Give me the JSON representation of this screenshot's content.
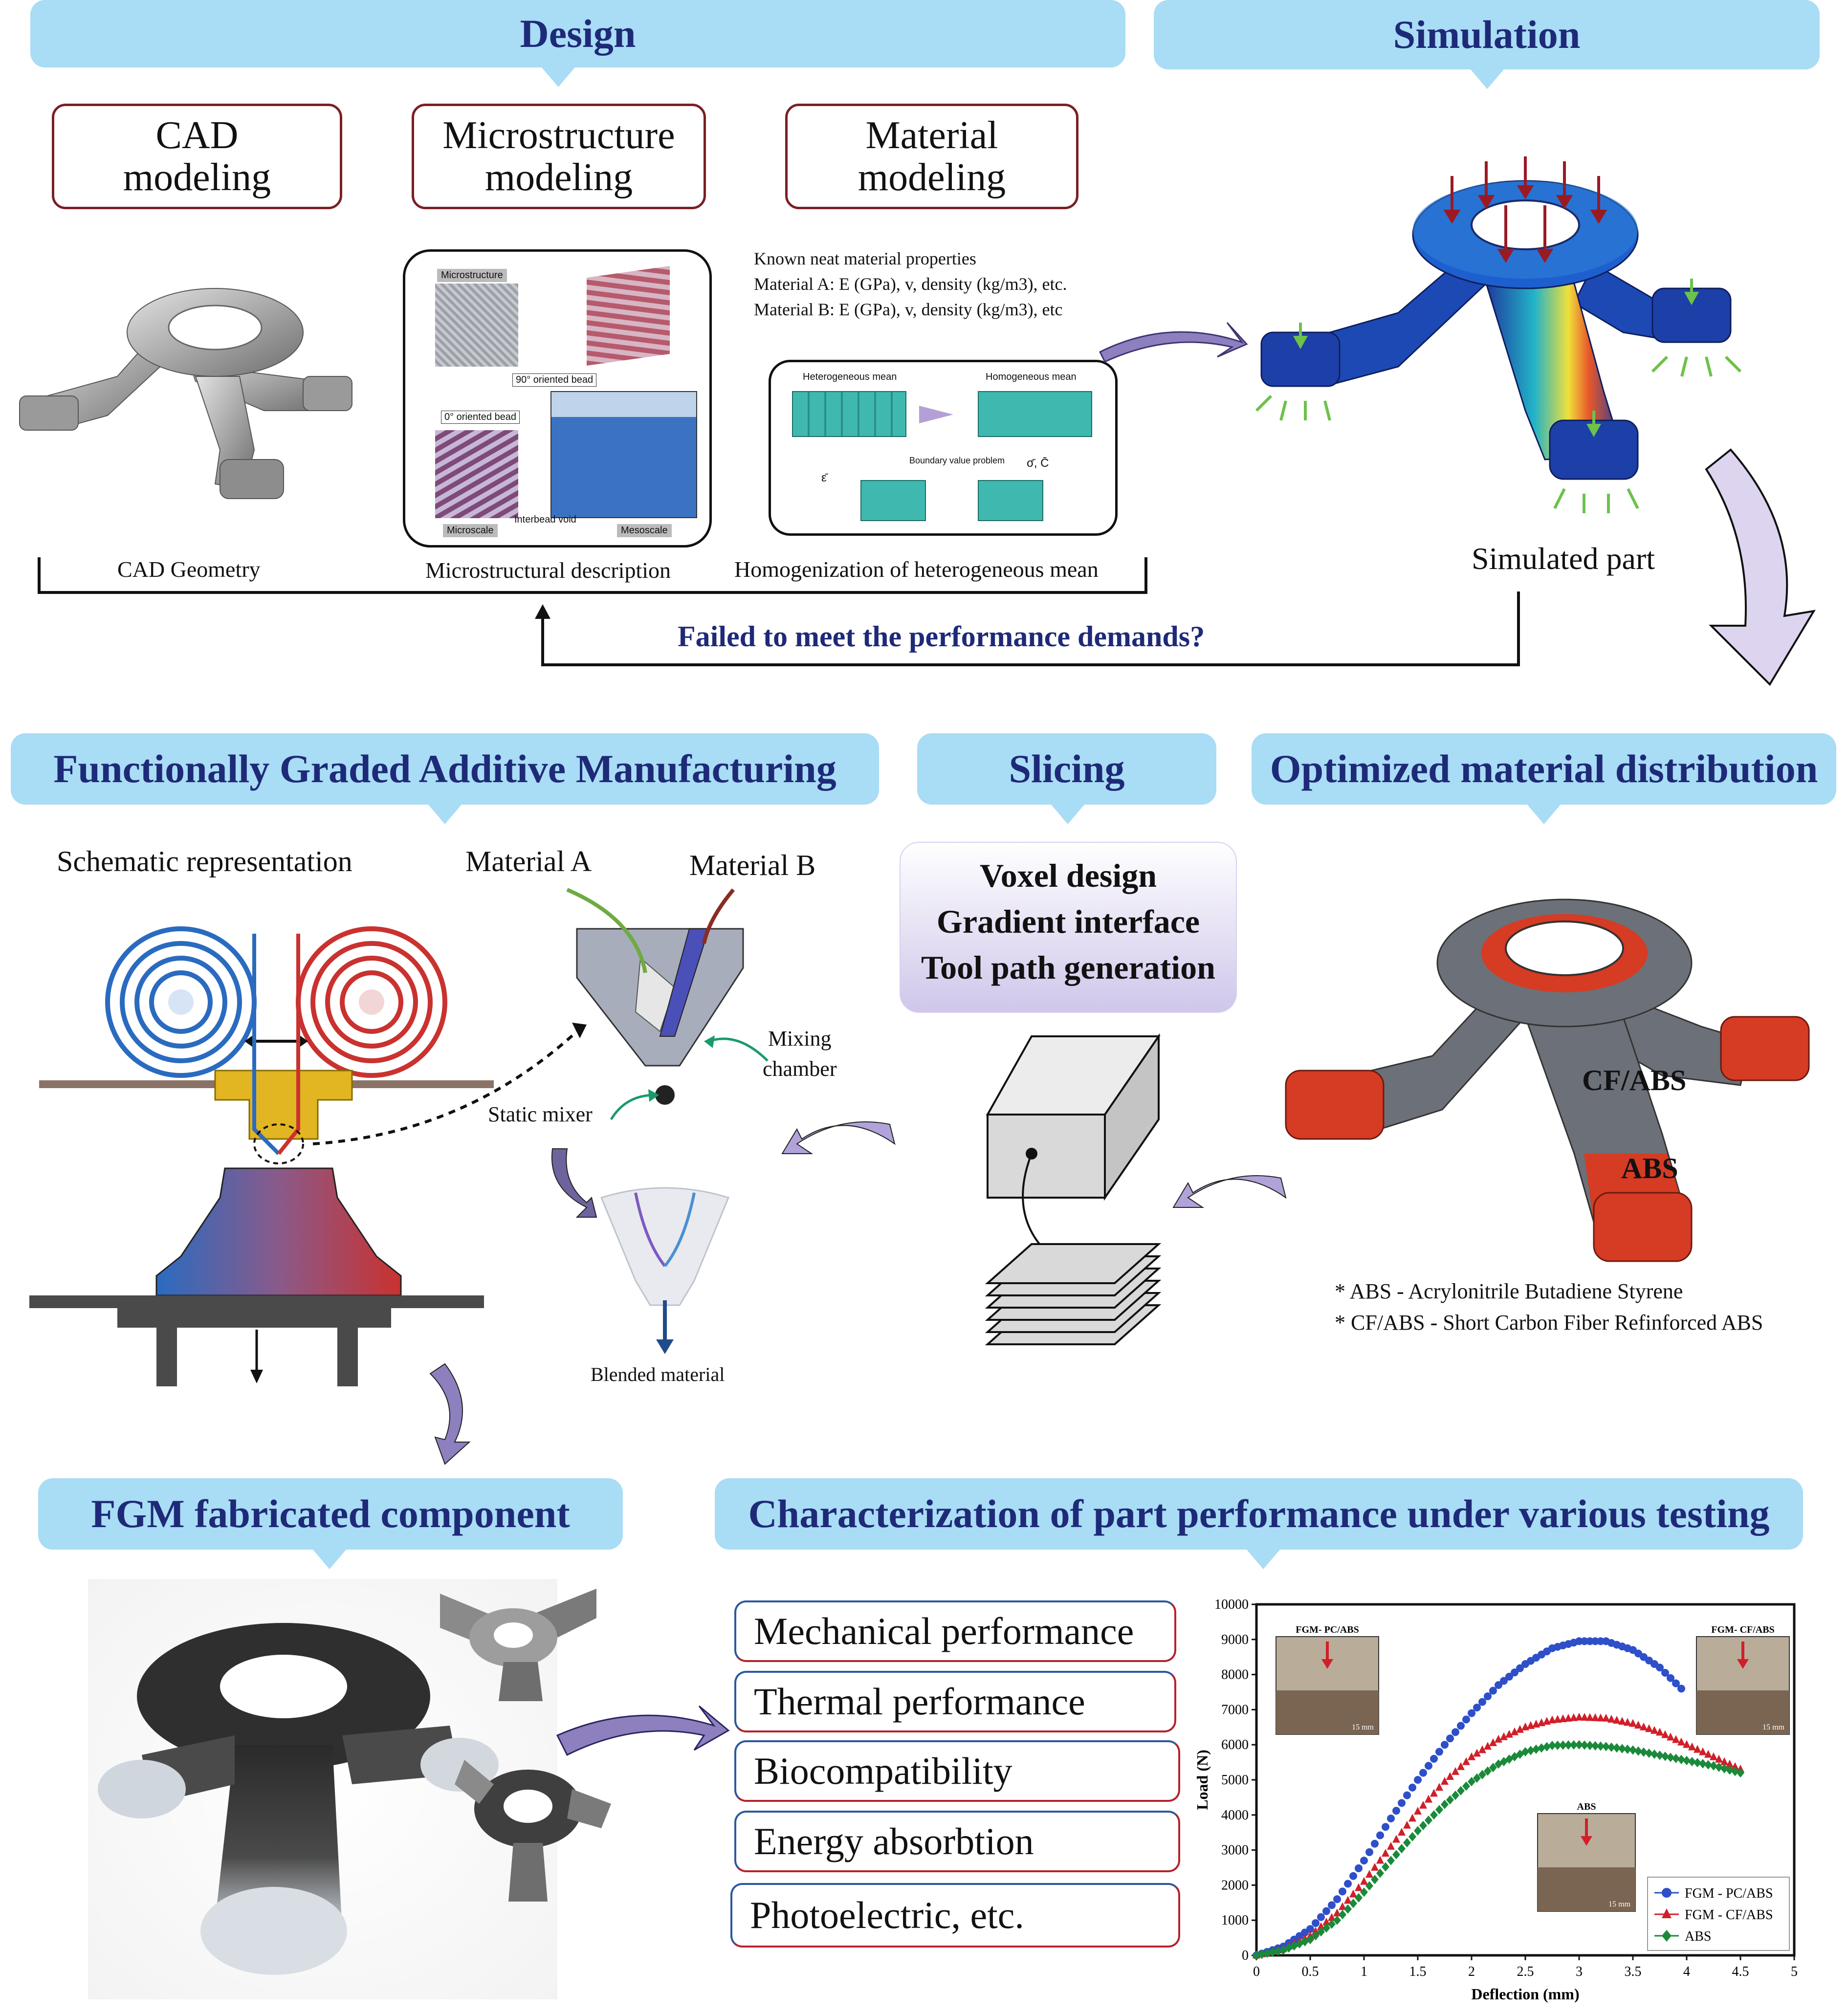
{
  "sections": {
    "design": "Design",
    "simulation": "Simulation",
    "fgam": "Functionally Graded Additive Manufacturing",
    "slicing": "Slicing",
    "optimized": "Optimized material distribution",
    "fgm_component": "FGM fabricated component",
    "characterization": "Characterization of part performance under various testing"
  },
  "design": {
    "boxes": [
      "CAD\nmodeling",
      "Microstructure\nmodeling",
      "Material\nmodeling"
    ],
    "captions": {
      "cad": "CAD Geometry",
      "micro": "Microstructural description",
      "homog": "Homogenization of heterogeneous mean"
    },
    "micro_labels": {
      "microstructure": "Microstructure",
      "bead90": "90° oriented bead",
      "bead0": "0° oriented bead",
      "interbead": "Interbead void",
      "microscale": "Microscale",
      "mesoscale": "Mesoscale"
    },
    "material_props": {
      "title": "Known neat material properties",
      "a": "Material A: E (GPa), v, density (kg/m3), etc.",
      "b": "Material B: E (GPa), v, density (kg/m3), etc"
    },
    "homog_labels": {
      "hetero": "Heterogeneous mean",
      "homo": "Homogeneous mean",
      "bvp": "Boundary value problem",
      "eps": "ε̄",
      "sigma": "σ̄, C̄"
    }
  },
  "simulation": {
    "caption": "Simulated part"
  },
  "feedback": {
    "text": "Failed to meet the performance demands?"
  },
  "fgam": {
    "schematic": "Schematic representation",
    "material_a": "Material A",
    "material_b": "Material B",
    "mixing": "Mixing\nchamber",
    "static_mixer": "Static mixer",
    "blended": "Blended material"
  },
  "slicing": {
    "lines": [
      "Voxel design",
      "Gradient interface",
      "Tool path generation"
    ]
  },
  "optimized": {
    "label_cf": "CF/ABS",
    "label_abs": "ABS",
    "notes": [
      "* ABS - Acrylonitrile Butadiene Styrene",
      "* CF/ABS - Short Carbon Fiber Refinforced ABS"
    ]
  },
  "tests": [
    "Mechanical performance",
    "Thermal performance",
    "Biocompatibility",
    "Energy absorbtion",
    "Photoelectric, etc."
  ],
  "chart_data": {
    "type": "scatter",
    "xlabel": "Deflection (mm)",
    "ylabel": "Load (N)",
    "xlim": [
      0,
      5
    ],
    "ylim": [
      0,
      10000
    ],
    "xticks": [
      "0",
      "0.5",
      "1",
      "1.5",
      "2",
      "2.5",
      "3",
      "3.5",
      "4",
      "4.5",
      "5"
    ],
    "yticks": [
      "0",
      "1000",
      "2000",
      "3000",
      "4000",
      "5000",
      "6000",
      "7000",
      "8000",
      "9000",
      "10000"
    ],
    "legend_position": "bottom-right",
    "inset_labels": {
      "pc": "FGM- PC/ABS",
      "cf": "FGM- CF/ABS",
      "abs": "ABS",
      "scale": "15 mm"
    },
    "series": [
      {
        "name": "FGM - PC/ABS",
        "color": "#2e4fc9",
        "marker": "circle",
        "x": [
          0,
          0.25,
          0.5,
          0.75,
          1,
          1.25,
          1.5,
          1.75,
          2,
          2.25,
          2.5,
          2.75,
          3,
          3.25,
          3.5,
          3.75,
          3.95
        ],
        "y": [
          0,
          250,
          750,
          1600,
          2700,
          3900,
          5000,
          6000,
          6900,
          7700,
          8300,
          8750,
          8950,
          8950,
          8700,
          8200,
          7600
        ]
      },
      {
        "name": "FGM - CF/ABS",
        "color": "#d11f2a",
        "marker": "triangle",
        "x": [
          0,
          0.25,
          0.5,
          0.75,
          1,
          1.25,
          1.5,
          1.75,
          2,
          2.25,
          2.5,
          2.75,
          3,
          3.25,
          3.5,
          3.75,
          4,
          4.25,
          4.5
        ],
        "y": [
          0,
          180,
          550,
          1200,
          2100,
          3100,
          4100,
          4950,
          5650,
          6150,
          6500,
          6700,
          6780,
          6750,
          6600,
          6350,
          6000,
          5650,
          5300
        ]
      },
      {
        "name": "ABS",
        "color": "#1a8a3a",
        "marker": "diamond",
        "x": [
          0,
          0.25,
          0.5,
          0.75,
          1,
          1.25,
          1.5,
          1.75,
          2,
          2.25,
          2.5,
          2.75,
          3,
          3.25,
          3.5,
          3.75,
          4,
          4.25,
          4.5
        ],
        "y": [
          0,
          150,
          450,
          1000,
          1800,
          2700,
          3550,
          4300,
          4950,
          5450,
          5800,
          5980,
          6000,
          5950,
          5850,
          5700,
          5550,
          5400,
          5200
        ]
      }
    ]
  }
}
